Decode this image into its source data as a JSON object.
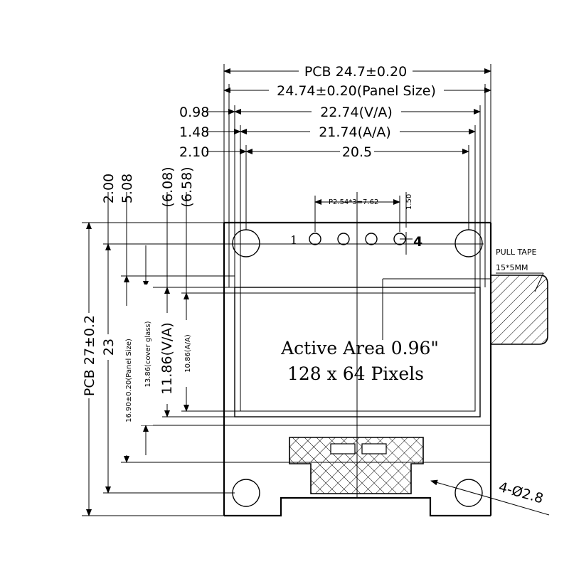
{
  "diagram": {
    "horizontal_dims": {
      "pcb_width": "PCB 24.7±0.20",
      "panel_width": "24.74±0.20(Panel Size)",
      "va_width": "22.74(V/A)",
      "aa_width": "21.74(A/A)",
      "hole_span": "20.5",
      "offset_va": "0.98",
      "offset_aa": "1.48",
      "offset_hole": "2.10",
      "pin_pitch": "P2.54*3=7.62",
      "pin_dia": "1.50"
    },
    "vertical_dims": {
      "pcb_height": "PCB 27±0.2",
      "hole_vspan": "23",
      "panel_height": "16.90±0.20(Panel Size)",
      "cover_glass": "13.86(cover glass)",
      "va_height": "11.86(V/A)",
      "aa_height": "10.86(A/A)",
      "top_offset1": "2.00",
      "top_offset2": "5.08",
      "top_offset3": "(6.08)",
      "top_offset4": "(6.58)"
    },
    "pins": {
      "first": "1",
      "last": "4"
    },
    "active_area": {
      "line1": "Active Area 0.96\"",
      "line2": "128 x 64 Pixels"
    },
    "pull_tape": {
      "label": "PULL TAPE",
      "size": "15*5MM"
    },
    "holes": {
      "label": "4-Ø2.8"
    }
  }
}
